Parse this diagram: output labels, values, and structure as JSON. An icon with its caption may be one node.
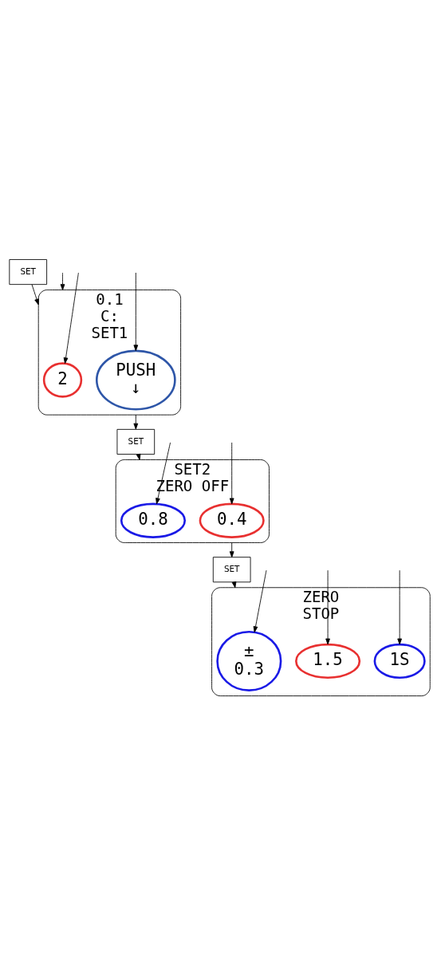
{
  "diagram": {
    "nodes": [
      {
        "text": [
          "SET"
        ]
      },
      {
        "text": [
          "0.1",
          "C:",
          "SET1"
        ]
      },
      {
        "text": [
          "2"
        ],
        "in": 1
      },
      {
        "text": [
          "PUSH",
          "↓"
        ],
        "in": 1
      },
      {
        "text": [
          "SET"
        ]
      },
      {
        "text": [
          "SET2",
          "ZERO OFF"
        ]
      },
      {
        "text": [
          "0.8"
        ],
        "in": 5
      },
      {
        "text": [
          "0.4"
        ],
        "in": 5
      },
      {
        "text": [
          "SET"
        ]
      },
      {
        "text": [
          "ZERO",
          "STOP"
        ]
      },
      {
        "text": [
          "±",
          "0.3"
        ],
        "in": 9
      },
      {
        "text": [
          "1.5"
        ],
        "in": 9
      },
      {
        "text": [
          "1S"
        ],
        "in": 9
      }
    ],
    "edges": [
      {
        "from": 0,
        "to": 1,
        "arrow": "to"
      },
      {
        "from": null,
        "to": 1,
        "arrow": "to"
      },
      {
        "from": null,
        "to": 2,
        "arrow": "to"
      },
      {
        "from": null,
        "to": 3,
        "arrow": "to"
      },
      {
        "from": 1,
        "to": 4,
        "arrow": "to"
      },
      {
        "from": 4,
        "to": 5,
        "arrow": "to"
      },
      {
        "from": null,
        "to": 6,
        "arrow": "to"
      },
      {
        "from": null,
        "to": 7,
        "arrow": "to"
      },
      {
        "from": 5,
        "to": 8,
        "arrow": "to"
      },
      {
        "from": 8,
        "to": 9,
        "arrow": "to"
      },
      {
        "from": null,
        "to": 10,
        "arrow": "to"
      },
      {
        "from": null,
        "to": 11,
        "arrow": "to"
      },
      {
        "from": null,
        "to": 12,
        "arrow": "to"
      }
    ]
  }
}
